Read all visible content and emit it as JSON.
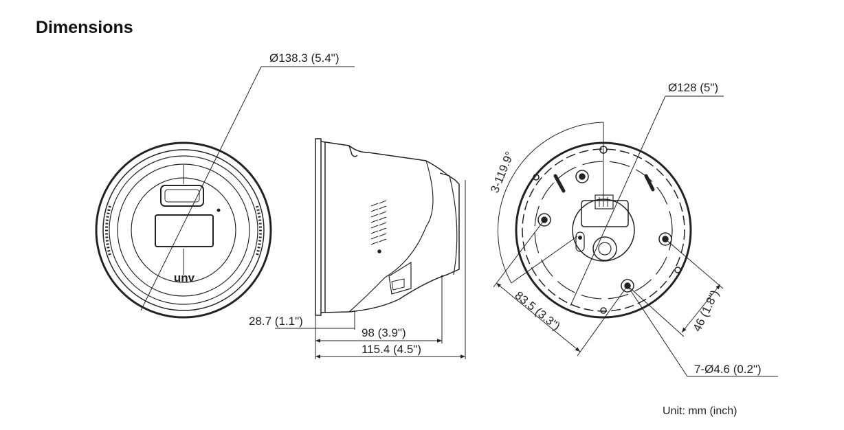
{
  "title": "Dimensions",
  "unit_note": "Unit: mm (inch)",
  "front_view": {
    "logo_text": "unv",
    "diameter_label": "Ø138.3 (5.4\")"
  },
  "side_view": {
    "depth_front_label": "28.7 (1.1\")",
    "depth_body_label": "98 (3.9\")",
    "depth_total_label": "115.4 (4.5\")"
  },
  "base_view": {
    "base_diameter_label": "Ø128 (5\")",
    "angle_label": "3-119.9°",
    "hole_spacing_label": "83.5 (3.3\")",
    "hole_distance_label": "46 (1.8\")",
    "hole_size_label": "7-Ø4.6 (0.2\")"
  }
}
